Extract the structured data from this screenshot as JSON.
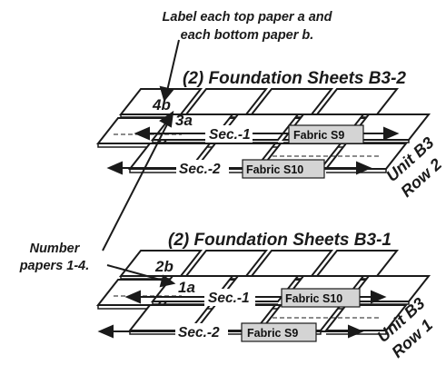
{
  "instruction_label": [
    "Label each top paper a and",
    "each bottom paper b."
  ],
  "number_label": [
    "Number",
    "papers 1-4."
  ],
  "top_group": {
    "title": "(2) Foundation Sheets B3-2",
    "bottom_paper": "4b",
    "top_paper": "3a",
    "sec1": "Sec.-1",
    "sec2": "Sec.-2",
    "fabric1": "Fabric S9",
    "fabric2": "Fabric S10",
    "unit": "Unit B3",
    "row": "Row 2"
  },
  "bottom_group": {
    "title": "(2) Foundation Sheets B3-1",
    "bottom_paper": "2b",
    "top_paper": "1a",
    "sec1": "Sec.-1",
    "sec2": "Sec.-2",
    "fabric1": "Fabric S10",
    "fabric2": "Fabric S9",
    "unit": "Unit B3",
    "row": "Row 1"
  },
  "colors": {
    "ink": "#1a1a1a",
    "fabric_fill": "#d4d4d4"
  }
}
